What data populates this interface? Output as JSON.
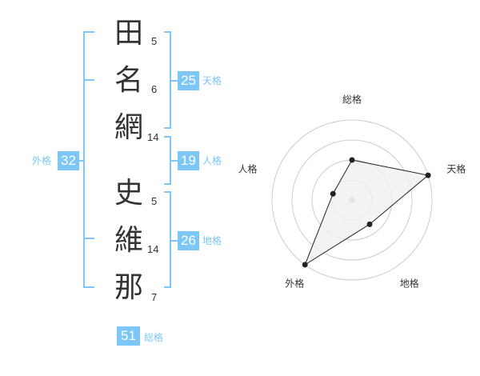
{
  "name": {
    "characters": [
      {
        "char": "田",
        "strokes": "5"
      },
      {
        "char": "名",
        "strokes": "6"
      },
      {
        "char": "網",
        "strokes": "14"
      },
      {
        "char": "史",
        "strokes": "5"
      },
      {
        "char": "維",
        "strokes": "14"
      },
      {
        "char": "那",
        "strokes": "7"
      }
    ]
  },
  "fortune": {
    "tenkaku": {
      "label": "天格",
      "value": "25"
    },
    "jinkaku": {
      "label": "人格",
      "value": "19"
    },
    "chikaku": {
      "label": "地格",
      "value": "26"
    },
    "gaikaku": {
      "label": "外格",
      "value": "32"
    },
    "soukaku": {
      "label": "総格",
      "value": "51"
    }
  },
  "radar": {
    "axes": [
      "総格",
      "天格",
      "地格",
      "外格",
      "人格"
    ],
    "levels": 4,
    "values": [
      2,
      4,
      1.5,
      4,
      1
    ],
    "max": 4,
    "colors": {
      "grid": "#cccccc",
      "line": "#222222",
      "fill": "#f0f0f0",
      "center": "#bbbbbb"
    }
  },
  "colors": {
    "accent": "#7cc7f5",
    "bracket": "#7cc7f5",
    "text": "#333333"
  }
}
